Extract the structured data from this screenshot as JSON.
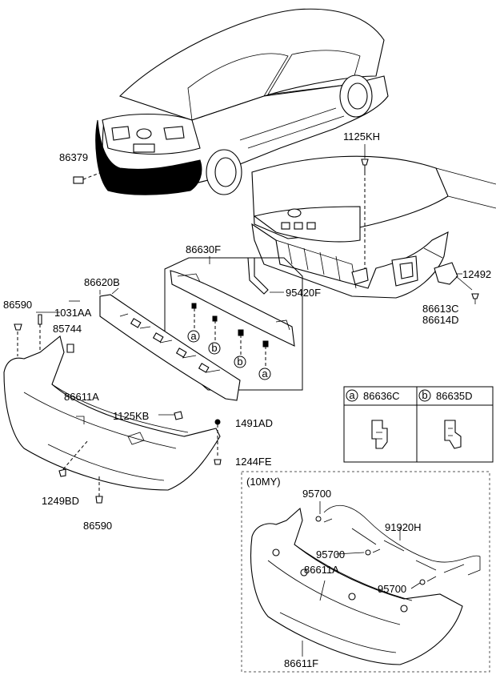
{
  "labels": {
    "p86379": "86379",
    "p1125KH": "1125KH",
    "p86630F": "86630F",
    "p86620B": "86620B",
    "p95420F": "95420F",
    "p12492": "12492",
    "p86613C": "86613C",
    "p86614D": "86614D",
    "p86590_top": "86590",
    "p1031AA": "1031AA",
    "p85744": "85744",
    "p86611A": "86611A",
    "p1125KB": "1125KB",
    "p1491AD": "1491AD",
    "p1244FE": "1244FE",
    "p1249BD": "1249BD",
    "p86590_bottom": "86590"
  },
  "markers": {
    "a": "a",
    "b": "b"
  },
  "legend": {
    "a_part": "86636C",
    "b_part": "86635D"
  },
  "variant": {
    "title": "(10MY)",
    "p95700_1": "95700",
    "p91920H": "91920H",
    "p95700_2": "95700",
    "p86611A": "86611A",
    "p95700_3": "95700",
    "p86611F": "86611F"
  }
}
